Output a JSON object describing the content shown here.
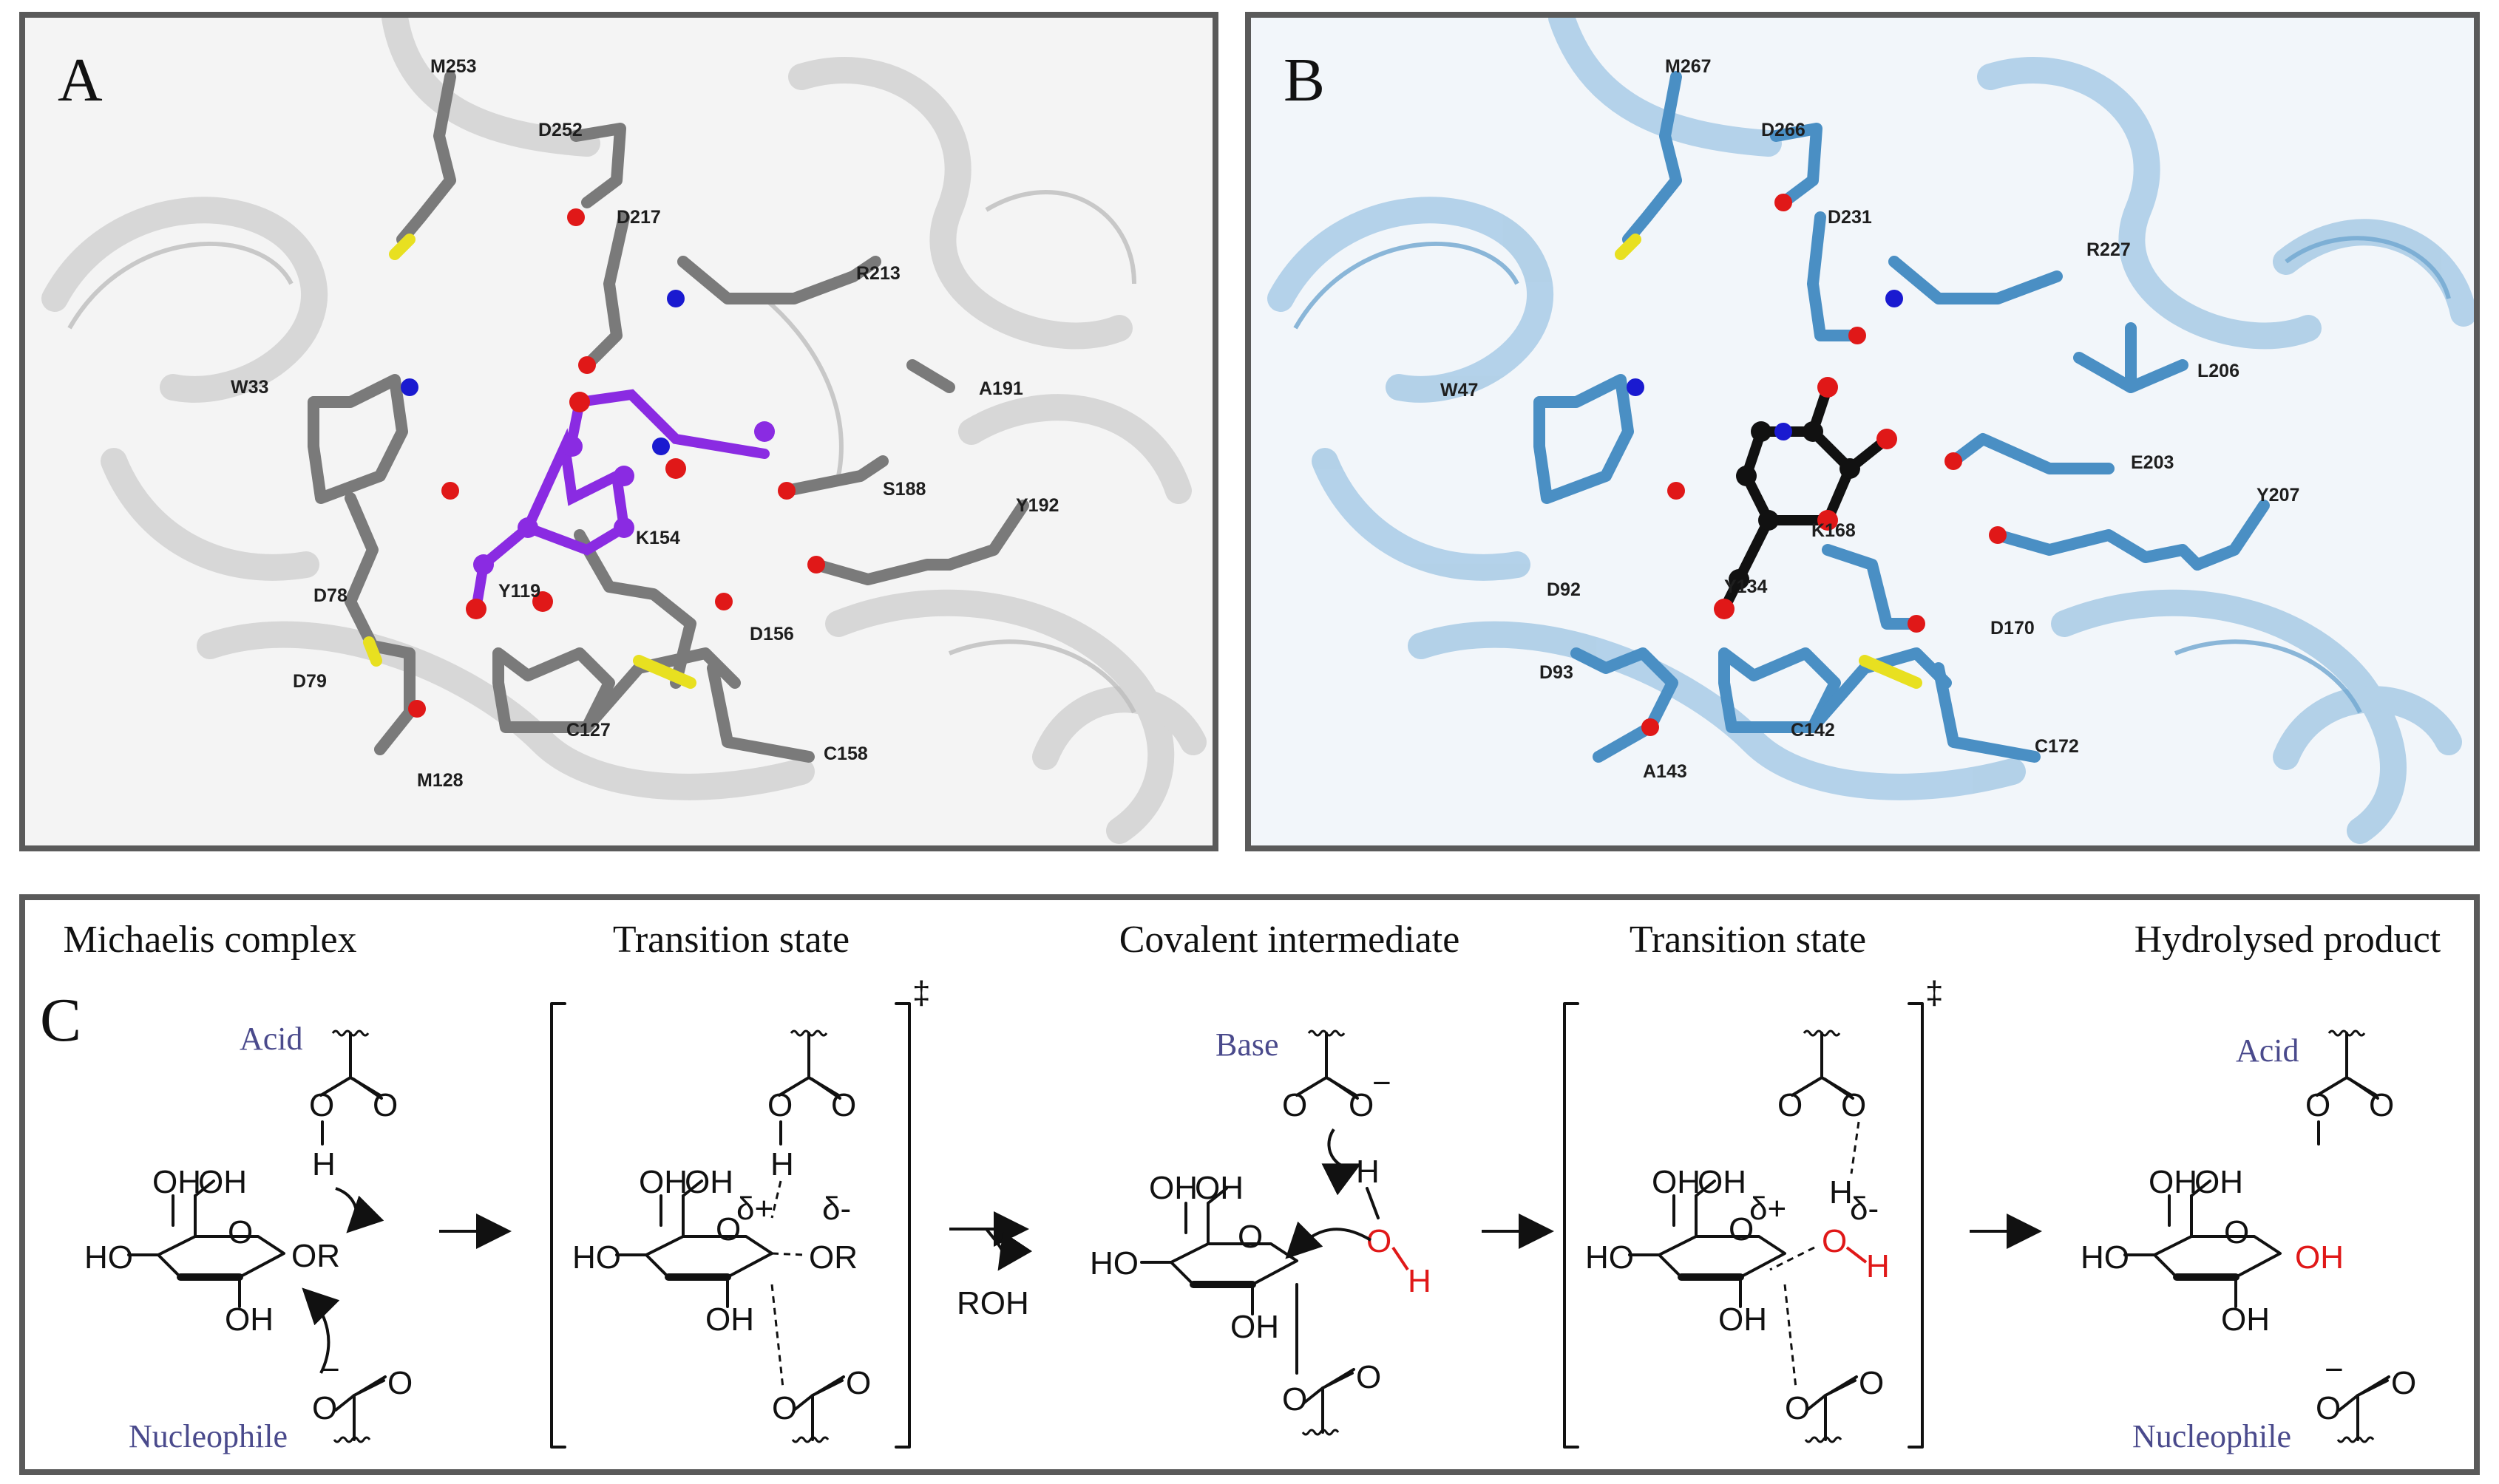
{
  "panels": {
    "a": {
      "letter": "A",
      "residues": [
        "M253",
        "D252",
        "D217",
        "R213",
        "W33",
        "A191",
        "S188",
        "Y192",
        "K154",
        "D78",
        "Y119",
        "D156",
        "D79",
        "C127",
        "C158",
        "M128"
      ]
    },
    "b": {
      "letter": "B",
      "residues": [
        "M267",
        "D266",
        "D231",
        "R227",
        "L206",
        "W47",
        "E203",
        "Y207",
        "K168",
        "D92",
        "Y134",
        "D170",
        "D93",
        "C142",
        "C172",
        "A143"
      ]
    },
    "c": {
      "letter": "C",
      "stages": [
        "Michaelis complex",
        "Transition state",
        "Covalent intermediate",
        "Transition state",
        "Hydrolysed product"
      ],
      "roles": {
        "acid": "Acid",
        "nucleophile": "Nucleophile",
        "base": "Base"
      },
      "chem": {
        "oh": "OH",
        "ho": "HO",
        "or": "OR",
        "o": "O",
        "h": "H",
        "roh": "ROH",
        "minus": "−",
        "dagger": "‡",
        "delta_plus": "δ+",
        "delta_minus": "δ-"
      }
    }
  },
  "colors": {
    "panel_a_structure": "#7a7a7a",
    "panel_b_structure": "#4a8fc4",
    "ligand_a": "#8a2be2",
    "ligand_b": "#111111",
    "oxygen": "#e01818",
    "nitrogen": "#1a1ad0",
    "sulfur": "#e8e020",
    "role_text": "#4a4a8c"
  }
}
